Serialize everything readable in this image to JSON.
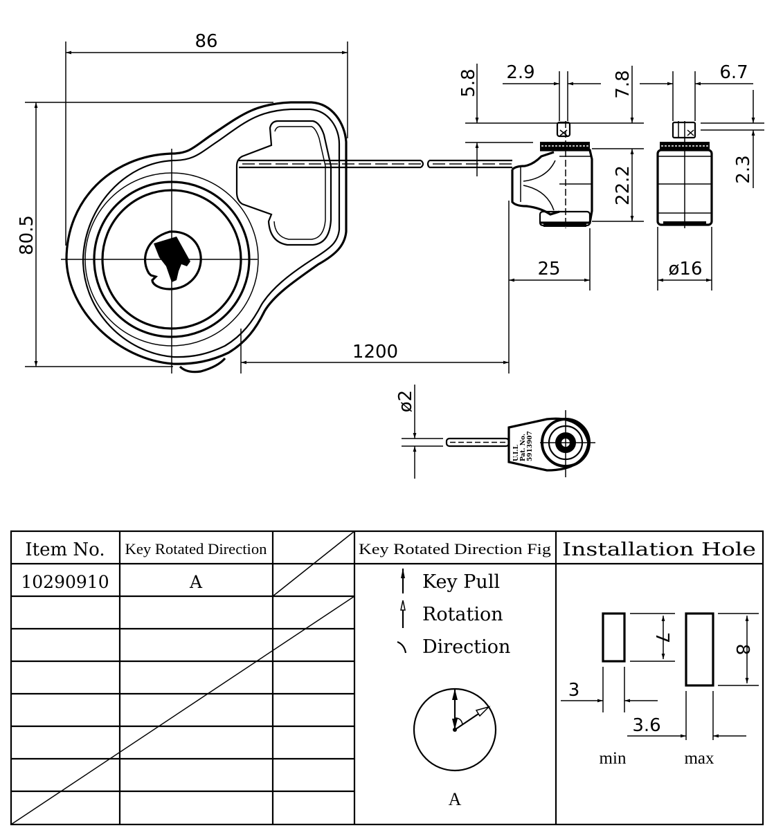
{
  "drawing": {
    "front_view": {
      "width_dim": "86",
      "height_dim": "80.5",
      "cable_length_dim": "1200"
    },
    "side_view": {
      "pin_width_dim": "2.9",
      "pin_height_dim": "5.8",
      "body_height_dim": "22.2",
      "total_height_dim": "7.8",
      "body_length_dim": "25"
    },
    "end_view": {
      "top_width_dim": "6.7",
      "top_height_dim": "2.3",
      "diameter_dim": "ø16"
    },
    "cable_view": {
      "cable_diameter_dim": "ø2",
      "cap_text": [
        "U.I.L",
        "Pat. No.",
        "5913907"
      ]
    }
  },
  "table": {
    "headers": {
      "item_no": "Item No.",
      "key_rotated_direction": "Key Rotated Direction",
      "blank": "",
      "key_rotated_direction_fig": "Key Rotated Direction Fig",
      "installation_hole": "Installation Hole"
    },
    "rows": [
      {
        "item_no": "10290910",
        "direction": "A"
      },
      {
        "item_no": "",
        "direction": ""
      },
      {
        "item_no": "",
        "direction": ""
      },
      {
        "item_no": "",
        "direction": ""
      },
      {
        "item_no": "",
        "direction": ""
      },
      {
        "item_no": "",
        "direction": ""
      },
      {
        "item_no": "",
        "direction": ""
      },
      {
        "item_no": "",
        "direction": ""
      }
    ],
    "legend": {
      "key_pull": "Key Pull",
      "rotation": "Rotation",
      "direction": "Direction",
      "fig_label": "A"
    },
    "installation_hole": {
      "min_width": "3",
      "min_height": "7",
      "max_width": "3.6",
      "max_height": "8",
      "min_label": "min",
      "max_label": "max"
    }
  }
}
